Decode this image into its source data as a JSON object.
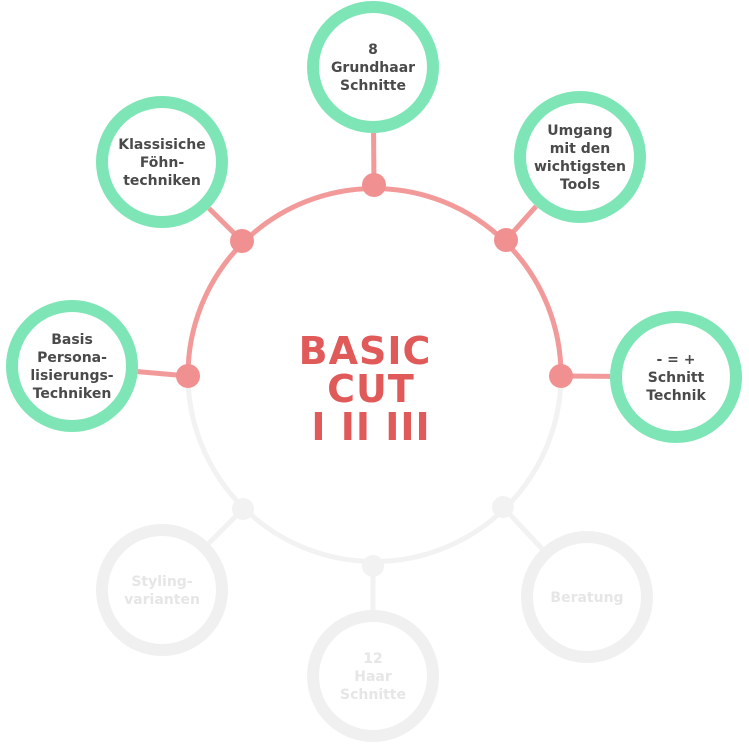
{
  "center": {
    "line1": "BASIC",
    "line2": "CUT",
    "line3": "I II III"
  },
  "colors": {
    "ring_active": "#f29a9a",
    "dot_active": "#f09090",
    "node_active": "#7ee5b6",
    "ring_inactive": "#f2f2f2",
    "node_inactive": "#f0f0f0",
    "text_active": "#4a4a4a",
    "text_inactive": "#e6e6e6",
    "center_text": "#e05a5a"
  },
  "nodes": [
    {
      "id": "basis-personalisierungs-techniken",
      "lines": [
        "Basis",
        "Persona-",
        "lisierungs-",
        "Techniken"
      ],
      "active": true
    },
    {
      "id": "klassische-foehntechniken",
      "lines": [
        "Klassisiche",
        "Föhn-",
        "techniken"
      ],
      "active": true
    },
    {
      "id": "grundhaar-schnitte",
      "lines": [
        "8",
        "Grundhaar",
        "Schnitte"
      ],
      "active": true
    },
    {
      "id": "umgang-tools",
      "lines": [
        "Umgang",
        "mit den",
        "wichtigsten",
        "Tools"
      ],
      "active": true
    },
    {
      "id": "schnitt-technik",
      "lines": [
        "- = +",
        "Schnitt",
        "Technik"
      ],
      "active": true
    },
    {
      "id": "beratung",
      "lines": [
        "Beratung"
      ],
      "active": false
    },
    {
      "id": "haar-schnitte-12",
      "lines": [
        "12",
        "Haar",
        "Schnitte"
      ],
      "active": false
    },
    {
      "id": "stylingvarianten",
      "lines": [
        "Styling-",
        "varianten"
      ],
      "active": false
    }
  ]
}
